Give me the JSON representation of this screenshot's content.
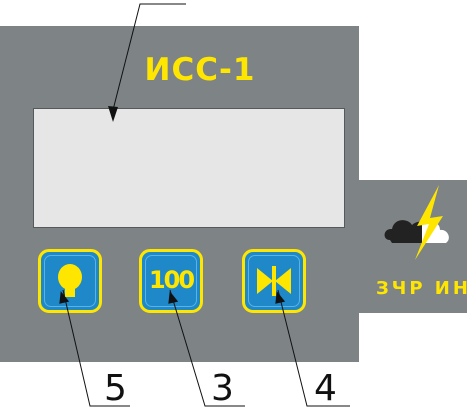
{
  "device": {
    "title": "ИСС-1",
    "button_100_label": "100"
  },
  "callouts": {
    "light": "5",
    "hundred": "3",
    "valve": "4"
  },
  "logo": {
    "text": "ЗЧР ИНЕ"
  },
  "colors": {
    "panel": "#7e8386",
    "accent": "#ffe600",
    "button": "#1f88c8",
    "screen": "#e6e6e6"
  },
  "icons": [
    "lightbulb-icon",
    "hundred-icon",
    "valve-icon",
    "cloud-lightning-icon"
  ]
}
